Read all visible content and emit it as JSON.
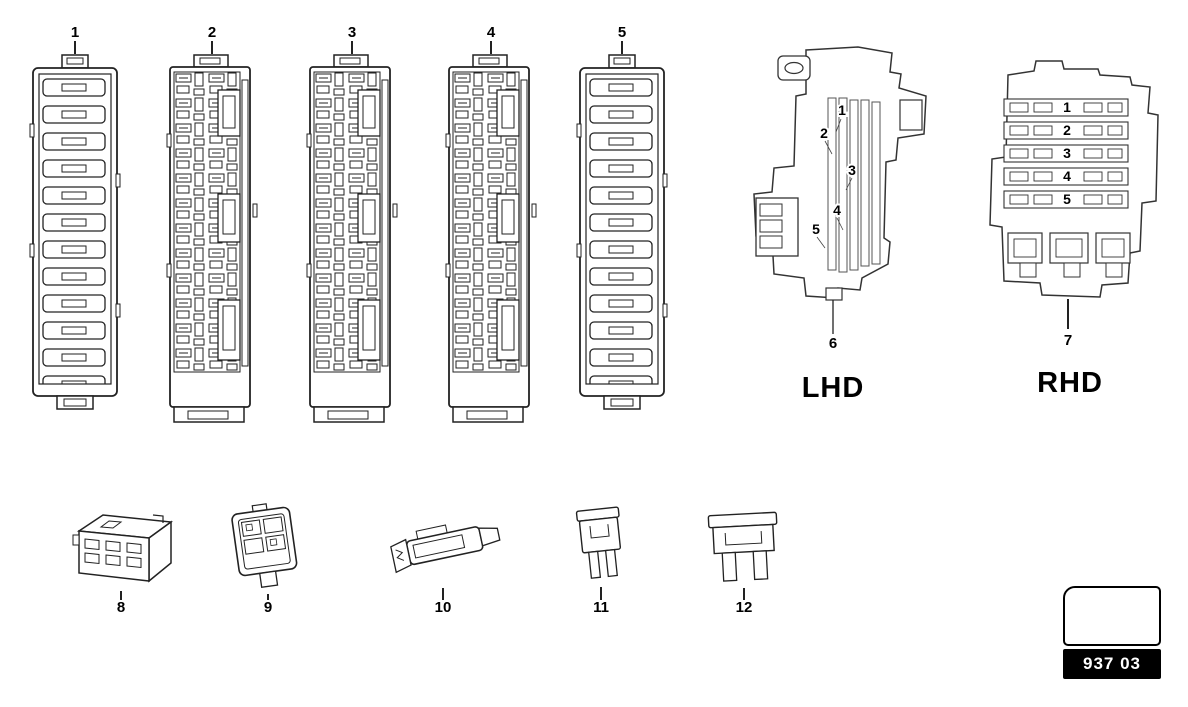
{
  "carriers": [
    {
      "label": "1"
    },
    {
      "label": "2"
    },
    {
      "label": "3"
    },
    {
      "label": "4"
    },
    {
      "label": "5"
    }
  ],
  "assemblies": {
    "lhd": {
      "title": "LHD",
      "part_label": "6",
      "callouts": [
        "1",
        "2",
        "3",
        "4",
        "5"
      ]
    },
    "rhd": {
      "title": "RHD",
      "part_label": "7",
      "callouts": [
        "1",
        "2",
        "3",
        "4",
        "5"
      ]
    }
  },
  "small_parts": [
    {
      "label": "8"
    },
    {
      "label": "9"
    },
    {
      "label": "10"
    },
    {
      "label": "11"
    },
    {
      "label": "12"
    }
  ],
  "legend": {
    "code": "937 03"
  }
}
